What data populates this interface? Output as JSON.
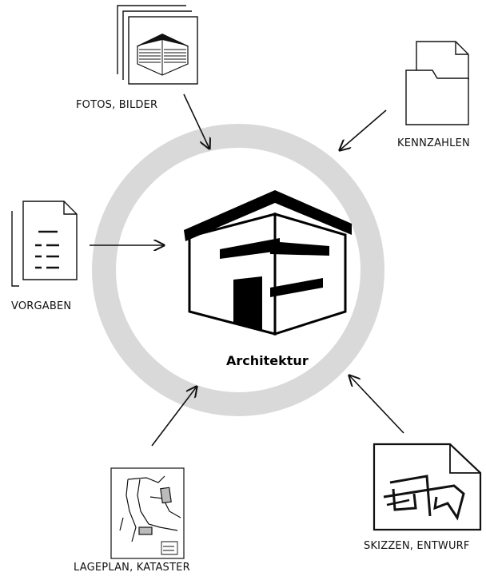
{
  "center": {
    "title": "Architektur",
    "icon": "house-icon",
    "ring_color": "#d9d9d9"
  },
  "inputs": [
    {
      "label": "FOTOS, BILDER",
      "icon": "photo-stack-icon"
    },
    {
      "label": "KENNZAHLEN",
      "icon": "folder-icon"
    },
    {
      "label": "VORGABEN",
      "icon": "document-list-icon"
    },
    {
      "label": "LAGEPLAN, KATASTER",
      "icon": "site-plan-icon"
    },
    {
      "label": "SKIZZEN, ENTWURF",
      "icon": "sketch-icon"
    }
  ],
  "colors": {
    "stroke": "#111111",
    "ring": "#d9d9d9"
  }
}
